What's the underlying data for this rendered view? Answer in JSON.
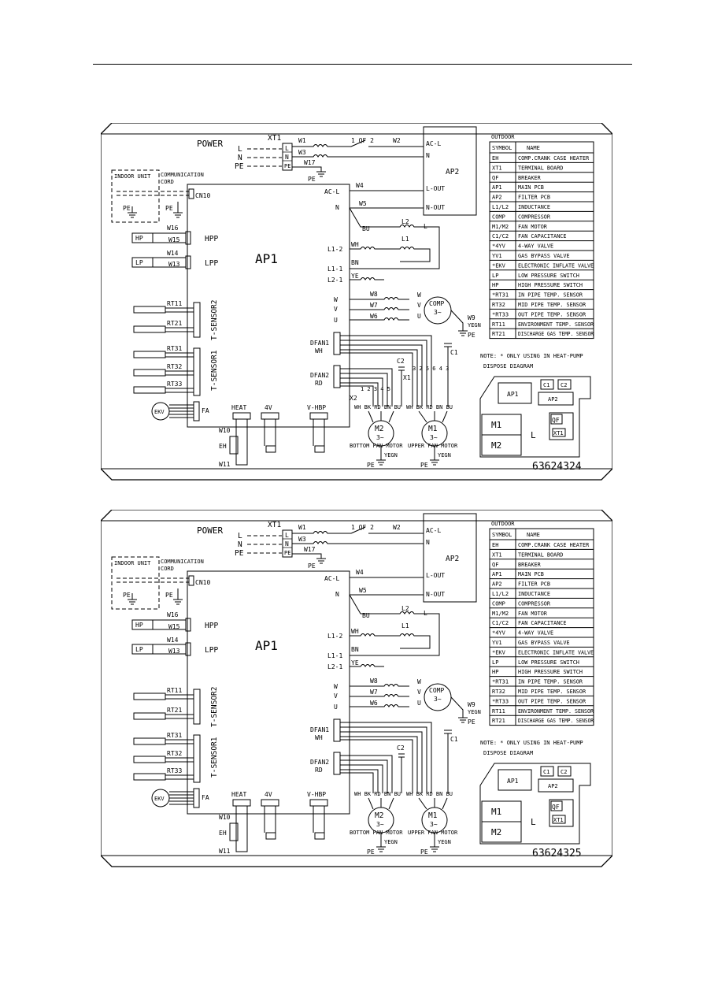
{
  "page": {
    "rule": true
  },
  "diagrams": [
    {
      "code": "63624324",
      "labels": {
        "power": "POWER",
        "l": "L",
        "n": "N",
        "pe": "PE",
        "xt1": "XT1",
        "w1": "W1",
        "w3": "W3",
        "w17": "W17",
        "w2": "W2",
        "w4": "W4",
        "w5": "W5",
        "qf": "1 QF 2",
        "acl": "AC-L",
        "n_in": "N",
        "ap2": "AP2",
        "lout": "L-OUT",
        "nout": "N-OUT",
        "indoor_unit": "INDOOR UNIT",
        "communication": "COMMUNICATION",
        "cord": "CORD",
        "cn10": "CN10",
        "ap1": "AP1",
        "acl2": "AC-L",
        "n2": "N",
        "w16": "W16",
        "w15": "W15",
        "w14": "W14",
        "w13": "W13",
        "hp": "HP",
        "lp": "LP",
        "hpp": "HPP",
        "lpp": "LPP",
        "bu": "BU",
        "wh": "WH",
        "bn": "BN",
        "ye": "YE",
        "l2": "L2",
        "l1": "L1",
        "l1_2": "L1-2",
        "l1_1": "L1-1",
        "l2_1": "L2-1",
        "w8": "W8",
        "w7": "W7",
        "w6": "W6",
        "uw": "W",
        "uv": "V",
        "uu": "U",
        "comp": "COMP",
        "phase": "3~",
        "w9": "W9",
        "yegn": "YEGN",
        "rt11": "RT11",
        "rt21": "RT21",
        "rt31": "RT31",
        "rt32": "RT32",
        "rt33": "RT33",
        "tsensor2": "T-SENSOR2",
        "tsensor1": "T-SENSOR1",
        "dfan1": "DFAN1",
        "dfan1_c": "WH",
        "dfan2": "DFAN2",
        "dfan2_c": "RD",
        "c1": "C1",
        "c2": "C2",
        "x1": "X1",
        "x2": "X2",
        "x1_pins": "3 2 5 6 4 3",
        "x2_pins": "1 2 3 4 5",
        "wire_cols": "WH BK RD BN BU",
        "ekv": "EKV",
        "fa": "FA",
        "heat": "HEAT",
        "fourv": "4V",
        "vhbp": "V-HBP",
        "w10": "W10",
        "eh": "EH",
        "w11": "W11",
        "m2": "M2",
        "m1": "M1",
        "bottom_fan_motor": "BOTTOM FAN MOTOR",
        "upper_fan_motor": "UPPER FAN MOTOR"
      },
      "legend": {
        "title": "OUTDOOR",
        "symbol_header": "SYMBOL",
        "name_header": "NAME",
        "rows": [
          [
            "EH",
            "COMP.CRANK CASE HEATER"
          ],
          [
            "XT1",
            "TERMINAL BOARD"
          ],
          [
            "QF",
            "BREAKER"
          ],
          [
            "AP1",
            "MAIN PCB"
          ],
          [
            "AP2",
            "FILTER PCB"
          ],
          [
            "L1/L2",
            "INDUCTANCE"
          ],
          [
            "COMP",
            "COMPRESSOR"
          ],
          [
            "M1/M2",
            "FAN MOTOR"
          ],
          [
            "C1/C2",
            "FAN CAPACITANCE"
          ],
          [
            "*4YV",
            "4-WAY VALVE"
          ],
          [
            "YV1",
            "GAS BYPASS VALVE"
          ],
          [
            "*EKV",
            "ELECTRONIC INFLATE VALVE"
          ],
          [
            "LP",
            "LOW PRESSURE SWITCH"
          ],
          [
            "HP",
            "HIGH PRESSURE SWITCH"
          ],
          [
            "*RT31",
            "IN PIPE TEMP. SENSOR"
          ],
          [
            "RT32",
            "MID PIPE TEMP. SENSOR"
          ],
          [
            "*RT33",
            "OUT PIPE TEMP. SENSOR"
          ],
          [
            "RT11",
            "ENVIRONMENT TEMP. SENSOR"
          ],
          [
            "RT21",
            "DISCHARGE GAS TEMP. SENSOR"
          ]
        ],
        "note": "NOTE: * ONLY USING IN HEAT-PUMP",
        "dispose": "DISPOSE DIAGRAM",
        "dispose_labels": {
          "ap1": "AP1",
          "c1": "C1",
          "c2": "C2",
          "ap2": "AP2",
          "qf": "QF",
          "xt1": "XT1",
          "m1": "M1",
          "m2": "M2",
          "l": "L"
        }
      }
    },
    {
      "code": "63624325",
      "labels": {
        "power": "POWER",
        "l": "L",
        "n": "N",
        "pe": "PE",
        "xt1": "XT1",
        "w1": "W1",
        "w3": "W3",
        "w17": "W17",
        "w2": "W2",
        "w4": "W4",
        "w5": "W5",
        "qf": "1 QF 2",
        "acl": "AC-L",
        "n_in": "N",
        "ap2": "AP2",
        "lout": "L-OUT",
        "nout": "N-OUT",
        "indoor_unit": "INDOOR UNIT",
        "communication": "COMMUNICATION",
        "cord": "CORD",
        "cn10": "CN10",
        "ap1": "AP1",
        "acl2": "AC-L",
        "n2": "N",
        "w16": "W16",
        "w15": "W15",
        "w14": "W14",
        "w13": "W13",
        "hp": "HP",
        "lp": "LP",
        "hpp": "HPP",
        "lpp": "LPP",
        "bu": "BU",
        "wh": "WH",
        "bn": "BN",
        "ye": "YE",
        "l2": "L2",
        "l1": "L1",
        "l1_2": "L1-2",
        "l1_1": "L1-1",
        "l2_1": "L2-1",
        "w8": "W8",
        "w7": "W7",
        "w6": "W6",
        "uw": "W",
        "uv": "V",
        "uu": "U",
        "comp": "COMP",
        "phase": "3~",
        "w9": "W9",
        "yegn": "YEGN",
        "rt11": "RT11",
        "rt21": "RT21",
        "rt31": "RT31",
        "rt32": "RT32",
        "rt33": "RT33",
        "tsensor2": "T-SENSOR2",
        "tsensor1": "T-SENSOR1",
        "dfan1": "DFAN1",
        "dfan1_c": "WH",
        "dfan2": "DFAN2",
        "dfan2_c": "RD",
        "c1": "C1",
        "c2": "C2",
        "x1": "",
        "x2": "",
        "x1_pins": "",
        "x2_pins": "",
        "wire_cols": "WH BK RD BN BU",
        "ekv": "EKV",
        "fa": "FA",
        "heat": "HEAT",
        "fourv": "4V",
        "vhbp": "V-HBP",
        "w10": "W10",
        "eh": "EH",
        "w11": "W11",
        "m2": "M2",
        "m1": "M1",
        "bottom_fan_motor": "BOTTOM FAN MOTOR",
        "upper_fan_motor": "UPPER FAN MOTOR"
      },
      "legend": {
        "title": "OUTDOOR",
        "symbol_header": "SYMBOL",
        "name_header": "NAME",
        "rows": [
          [
            "EH",
            "COMP.CRANK CASE HEATER"
          ],
          [
            "XT1",
            "TERMINAL BOARD"
          ],
          [
            "QF",
            "BREAKER"
          ],
          [
            "AP1",
            "MAIN PCB"
          ],
          [
            "AP2",
            "FILTER PCB"
          ],
          [
            "L1/L2",
            "INDUCTANCE"
          ],
          [
            "COMP",
            "COMPRESSOR"
          ],
          [
            "M1/M2",
            "FAN MOTOR"
          ],
          [
            "C1/C2",
            "FAN CAPACITANCE"
          ],
          [
            "*4YV",
            "4-WAY VALVE"
          ],
          [
            "YV1",
            "GAS BYPASS VALVE"
          ],
          [
            "*EKV",
            "ELECTRONIC INFLATE VALVE"
          ],
          [
            "LP",
            "LOW PRESSURE SWITCH"
          ],
          [
            "HP",
            "HIGH PRESSURE SWITCH"
          ],
          [
            "*RT31",
            "IN PIPE TEMP. SENSOR"
          ],
          [
            "RT32",
            "MID PIPE TEMP. SENSOR"
          ],
          [
            "*RT33",
            "OUT PIPE TEMP. SENSOR"
          ],
          [
            "RT11",
            "ENVIRONMENT TEMP. SENSOR"
          ],
          [
            "RT21",
            "DISCHARGE GAS TEMP. SENSOR"
          ]
        ],
        "note": "NOTE: * ONLY USING IN HEAT-PUMP",
        "dispose": "DISPOSE DIAGRAM",
        "dispose_labels": {
          "ap1": "AP1",
          "c1": "C1",
          "c2": "C2",
          "ap2": "AP2",
          "qf": "QF",
          "xt1": "XT1",
          "m1": "M1",
          "m2": "M2",
          "l": "L"
        }
      }
    }
  ]
}
